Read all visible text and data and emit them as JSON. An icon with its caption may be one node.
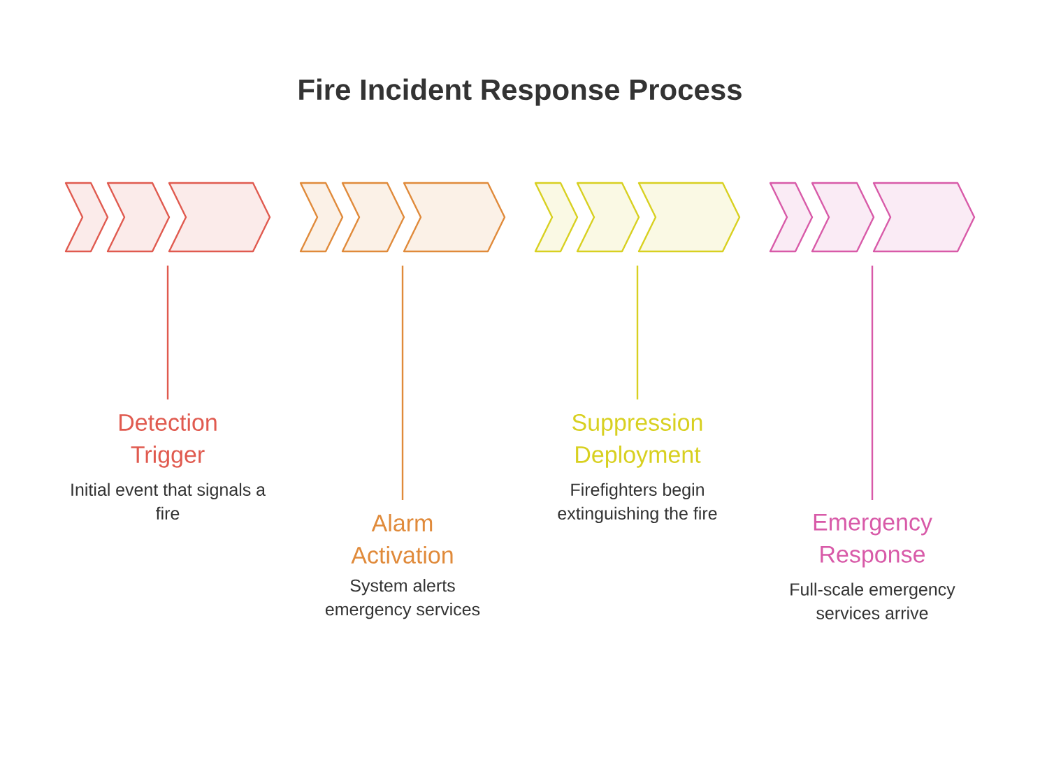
{
  "diagram": {
    "title": "Fire Incident Response Process",
    "nodes": [
      {
        "text": [],
        "shape": "chevron"
      },
      {
        "text": [],
        "shape": "chevron"
      },
      {
        "text": [],
        "shape": "chevron"
      },
      {
        "text": [],
        "shape": "chevron"
      },
      {
        "text": [
          "Detection Trigger",
          "Initial event that signals a fire"
        ]
      },
      {
        "text": [
          "Alarm Activation",
          "System alerts emergency services"
        ]
      },
      {
        "text": [
          "Suppression Deployment",
          "Firefighters begin extinguishing the fire"
        ]
      },
      {
        "text": [
          "Emergency Response",
          "Full-scale emergency services arrive"
        ]
      }
    ],
    "edges": [
      {
        "from": 0,
        "to": 4,
        "arrow": "none",
        "color": "#e05a4f"
      },
      {
        "from": 1,
        "to": 5,
        "arrow": "none",
        "color": "#e08a3a"
      },
      {
        "from": 2,
        "to": 6,
        "arrow": "none",
        "color": "#d8d020"
      },
      {
        "from": 3,
        "to": 7,
        "arrow": "none",
        "color": "#d85aa8"
      }
    ]
  }
}
